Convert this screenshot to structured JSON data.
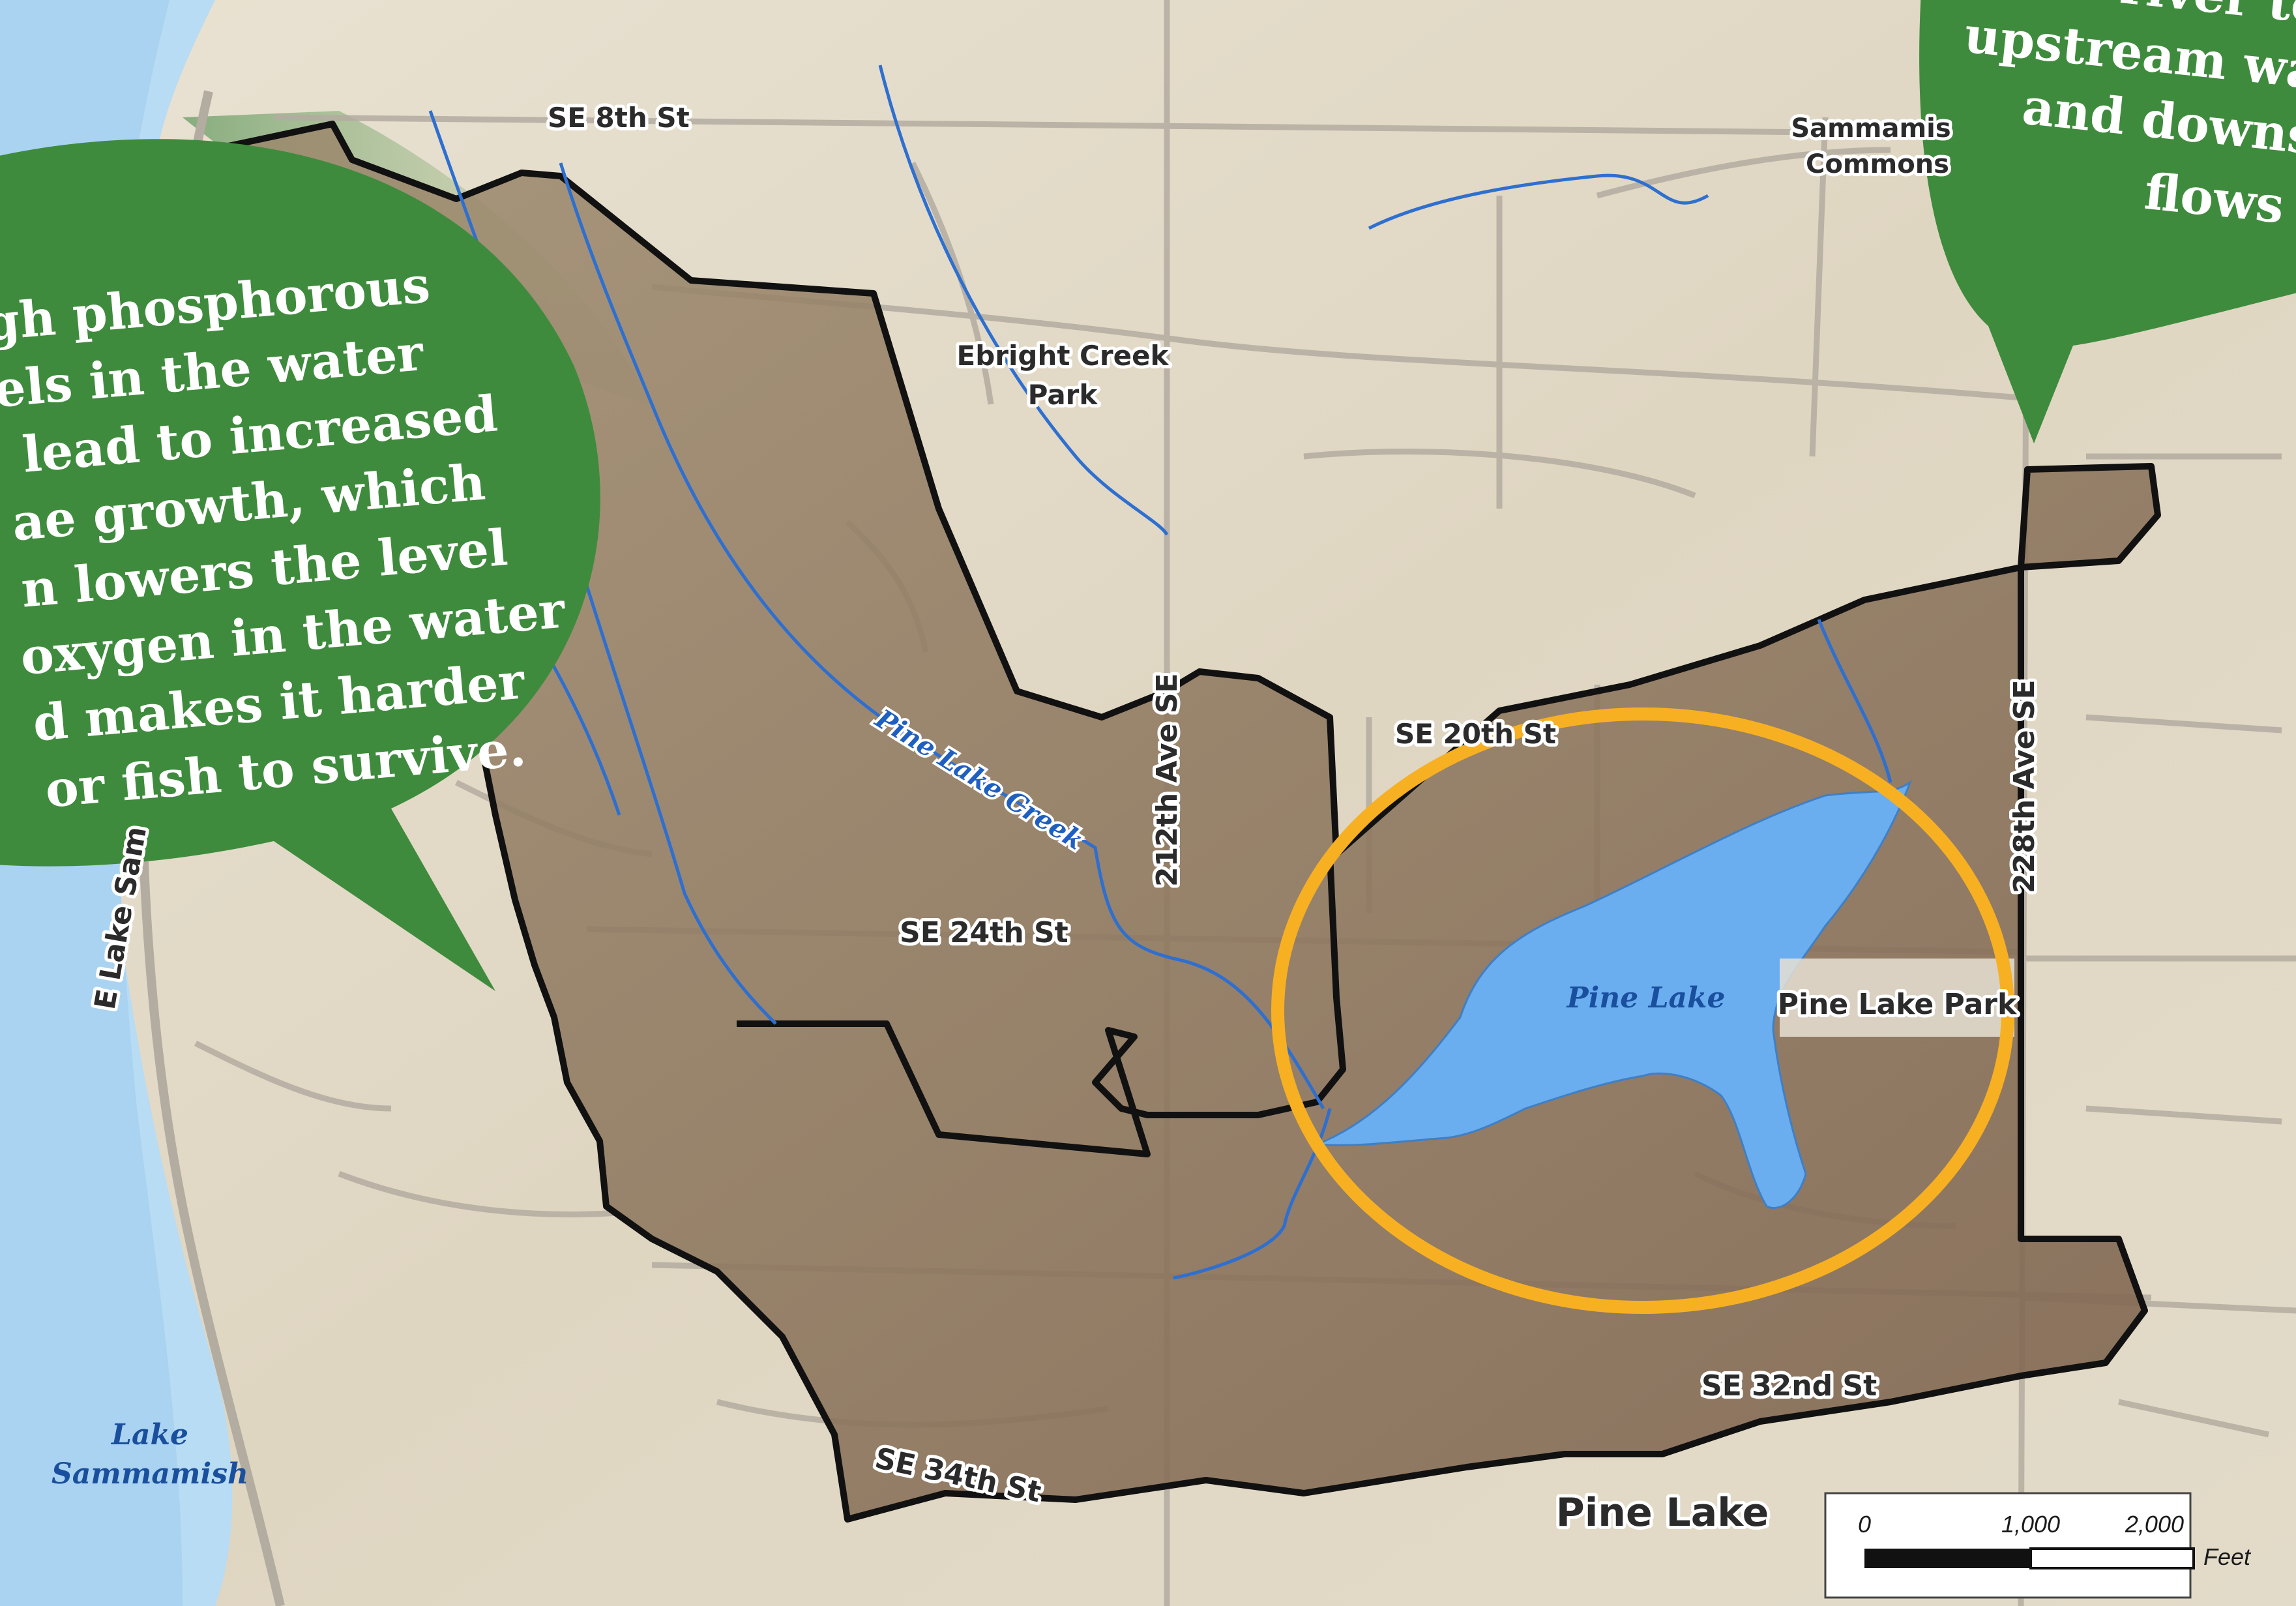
{
  "map": {
    "roads": {
      "se_8th": "SE 8th St",
      "se_20th": "SE 20th St",
      "se_24th": "SE 24th St",
      "se_32nd": "SE 32nd St",
      "se_34th": "SE 34th St",
      "ave_212th": "212th Ave SE",
      "ave_228th": "228th Ave SE",
      "e_lake_sammamish": "E Lake Sam"
    },
    "places": {
      "ebright_line1": "Ebright Creek",
      "ebright_line2": "Park",
      "sammamish_line1": "Sammamis",
      "sammamish_line2": "Commons",
      "pine_lake_park": "Pine Lake Park",
      "pine_lake_town": "Pine Lake"
    },
    "water": {
      "creek": "Pine Lake Creek",
      "lake": "Pine Lake",
      "lake_sammamish_line1": "Lake",
      "lake_sammamish_line2": "Sammamish"
    },
    "scale_bar": {
      "t0": "0",
      "t1": "1,000",
      "t2": "2,000",
      "unit": "Feet"
    },
    "colors": {
      "watershed_fill": "#8b6f57",
      "lake_fill": "#6aaef0",
      "highlight_ring": "#f7b022",
      "bubble": "#3f8b3d",
      "stream": "#2e6fd0"
    }
  },
  "callouts": {
    "left_lines": [
      "gh phosphorous",
      "els in the water",
      "lead to increased",
      "ae growth, which",
      "n lowers the level",
      "oxygen in the water",
      "d makes it harder",
      "or fish to survive."
    ],
    "right_lines": [
      "river to",
      "upstream wa",
      "and downs",
      "flows"
    ]
  }
}
